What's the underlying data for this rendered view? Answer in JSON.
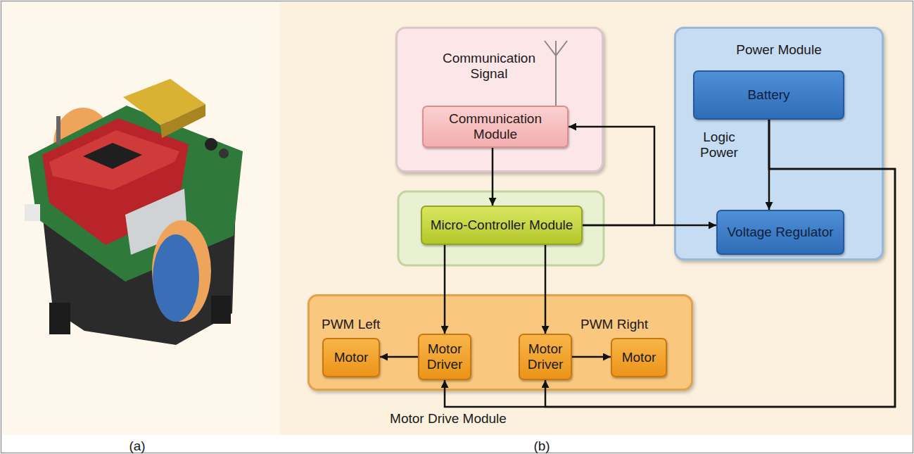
{
  "diagram": {
    "nodes": [
      {
        "text": [
          "Communication Signal"
        ]
      },
      {
        "text": [
          "Communication Module"
        ],
        "in": 0
      },
      {
        "text": [
          "Micro-Controller Module"
        ]
      },
      {
        "text": [
          "Power Module"
        ]
      },
      {
        "text": [
          "Battery"
        ],
        "in": 3
      },
      {
        "text": [
          "Voltage Regulator"
        ],
        "in": 3
      },
      {
        "text": [
          "PWM Left",
          "PWM Right",
          "Motor Drive Module"
        ]
      },
      {
        "text": [
          "Motor"
        ],
        "in": 6
      },
      {
        "text": [
          "Motor Driver"
        ],
        "in": 6
      },
      {
        "text": [
          "Motor Driver"
        ],
        "in": 6
      },
      {
        "text": [
          "Motor"
        ],
        "in": 6
      }
    ],
    "edges": [
      {
        "from": 1,
        "to": 2,
        "arrow": "to"
      },
      {
        "from": 2,
        "to": 5,
        "arrow": "to"
      },
      {
        "from": 2,
        "to": 1,
        "arrow": "to"
      },
      {
        "from": 4,
        "to": 5,
        "label": "Logic Power",
        "arrow": "to"
      },
      {
        "from": 4,
        "to": 8,
        "arrow": "to"
      },
      {
        "from": 4,
        "to": 9,
        "arrow": "to"
      },
      {
        "from": 2,
        "to": 8,
        "arrow": "to"
      },
      {
        "from": 2,
        "to": 9,
        "arrow": "to"
      },
      {
        "from": 8,
        "to": 7,
        "arrow": "to"
      },
      {
        "from": 9,
        "to": 10,
        "arrow": "to"
      }
    ],
    "labels": [
      "(a)",
      "(b)"
    ]
  }
}
